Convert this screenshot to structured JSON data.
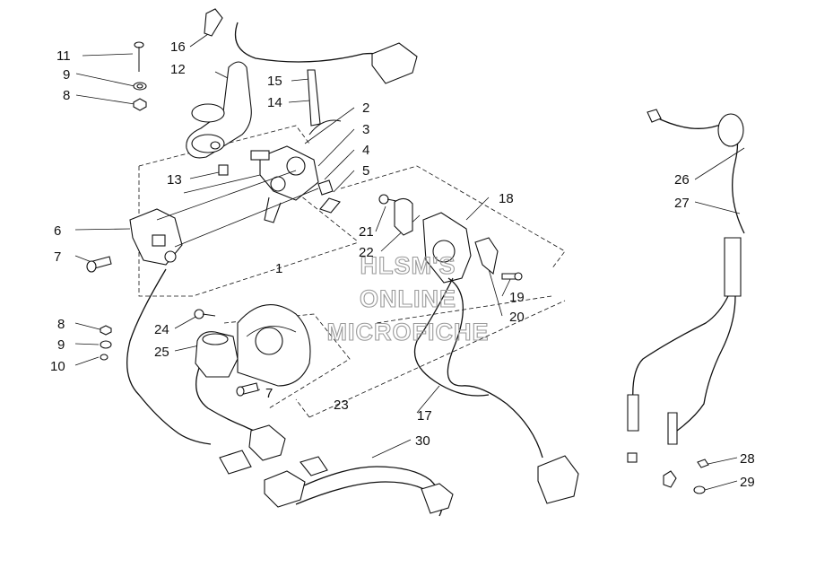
{
  "watermark": {
    "line1": "HLSM'S",
    "line2": "ONLINE",
    "line3": "MICROFICHE"
  },
  "callouts": {
    "c1": "1",
    "c2": "2",
    "c3": "3",
    "c4": "4",
    "c5": "5",
    "c6": "6",
    "c7a": "7",
    "c7b": "7",
    "c8a": "8",
    "c8b": "8",
    "c9a": "9",
    "c9b": "9",
    "c10": "10",
    "c11": "11",
    "c12": "12",
    "c13": "13",
    "c14": "14",
    "c15": "15",
    "c16": "16",
    "c17": "17",
    "c18": "18",
    "c19": "19",
    "c20": "20",
    "c21": "21",
    "c22": "22",
    "c23": "23",
    "c24": "24",
    "c25": "25",
    "c26": "26",
    "c27": "27",
    "c28": "28",
    "c29": "29",
    "c30": "30"
  }
}
